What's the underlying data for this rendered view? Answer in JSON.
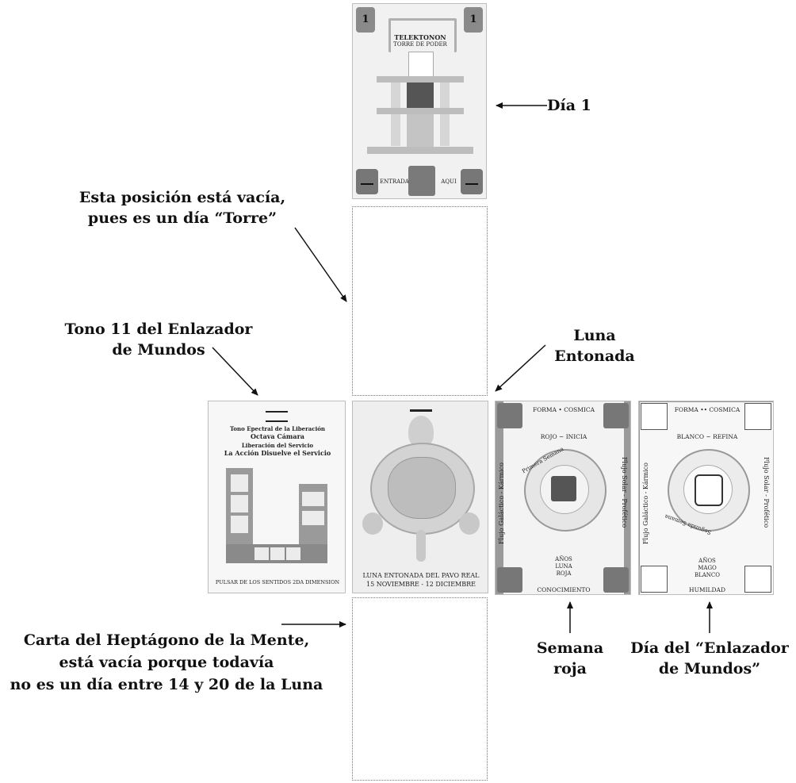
{
  "annotations": {
    "dia1": "Día 1",
    "torre_line1": "Esta posición está vacía,",
    "torre_line2": "pues es un día “Torre”",
    "tono_line1": "Tono 11 del Enlazador",
    "tono_line2": "de Mundos",
    "luna_line1": "Luna",
    "luna_line2": "Entonada",
    "heptagono_line1": "Carta del Heptágono de la Mente,",
    "heptagono_line2": "está vacía porque todavía",
    "heptagono_line3": "no es un día entre 14 y 20 de la Luna",
    "semana_line1": "Semana",
    "semana_line2": "roja",
    "enlazador_line1": "Día del “Enlazador",
    "enlazador_line2": "de Mundos”"
  },
  "cards": {
    "telektonon": {
      "num_left": "1",
      "num_right": "1",
      "title": "TELEKTONON",
      "subtitle": "TORRE DE PODER",
      "entrada": "ENTRADA",
      "aqui": "AQUI"
    },
    "tono": {
      "line1": "Tono Epectral de la Liberación",
      "line2": "Octava Cámara",
      "line3": "Liberación del Servicio",
      "line4": "La Acción Disuelve el Servicio",
      "footer": "PULSAR DE LOS SENTIDOS 2DA DIMENSION"
    },
    "luna": {
      "line1": "LUNA ENTONADA DEL PAVO REAL",
      "line2": "15 NOVIEMBRE - 12 DICIEMBRE"
    },
    "semana": {
      "top": "FORMA • COSMICA",
      "color": "ROJO ~ INICIA",
      "left_side": "Flujo Galáctico - Kármico",
      "right_side": "Flujo Solar - Profético",
      "ring": "Primera Semana",
      "years1": "AÑOS",
      "years2": "LUNA",
      "years3": "ROJA",
      "bottom": "CONOCIMIENTO"
    },
    "enlazador": {
      "top": "FORMA •• COSMICA",
      "color": "BLANCO ~ REFINA",
      "left_side": "Flujo Galáctico - Kármico",
      "right_side": "Flujo Solar - Profético",
      "ring": "Segunda Semana",
      "years1": "AÑOS",
      "years2": "MAGO",
      "years3": "BLANCO",
      "bottom": "HUMILDAD"
    }
  }
}
